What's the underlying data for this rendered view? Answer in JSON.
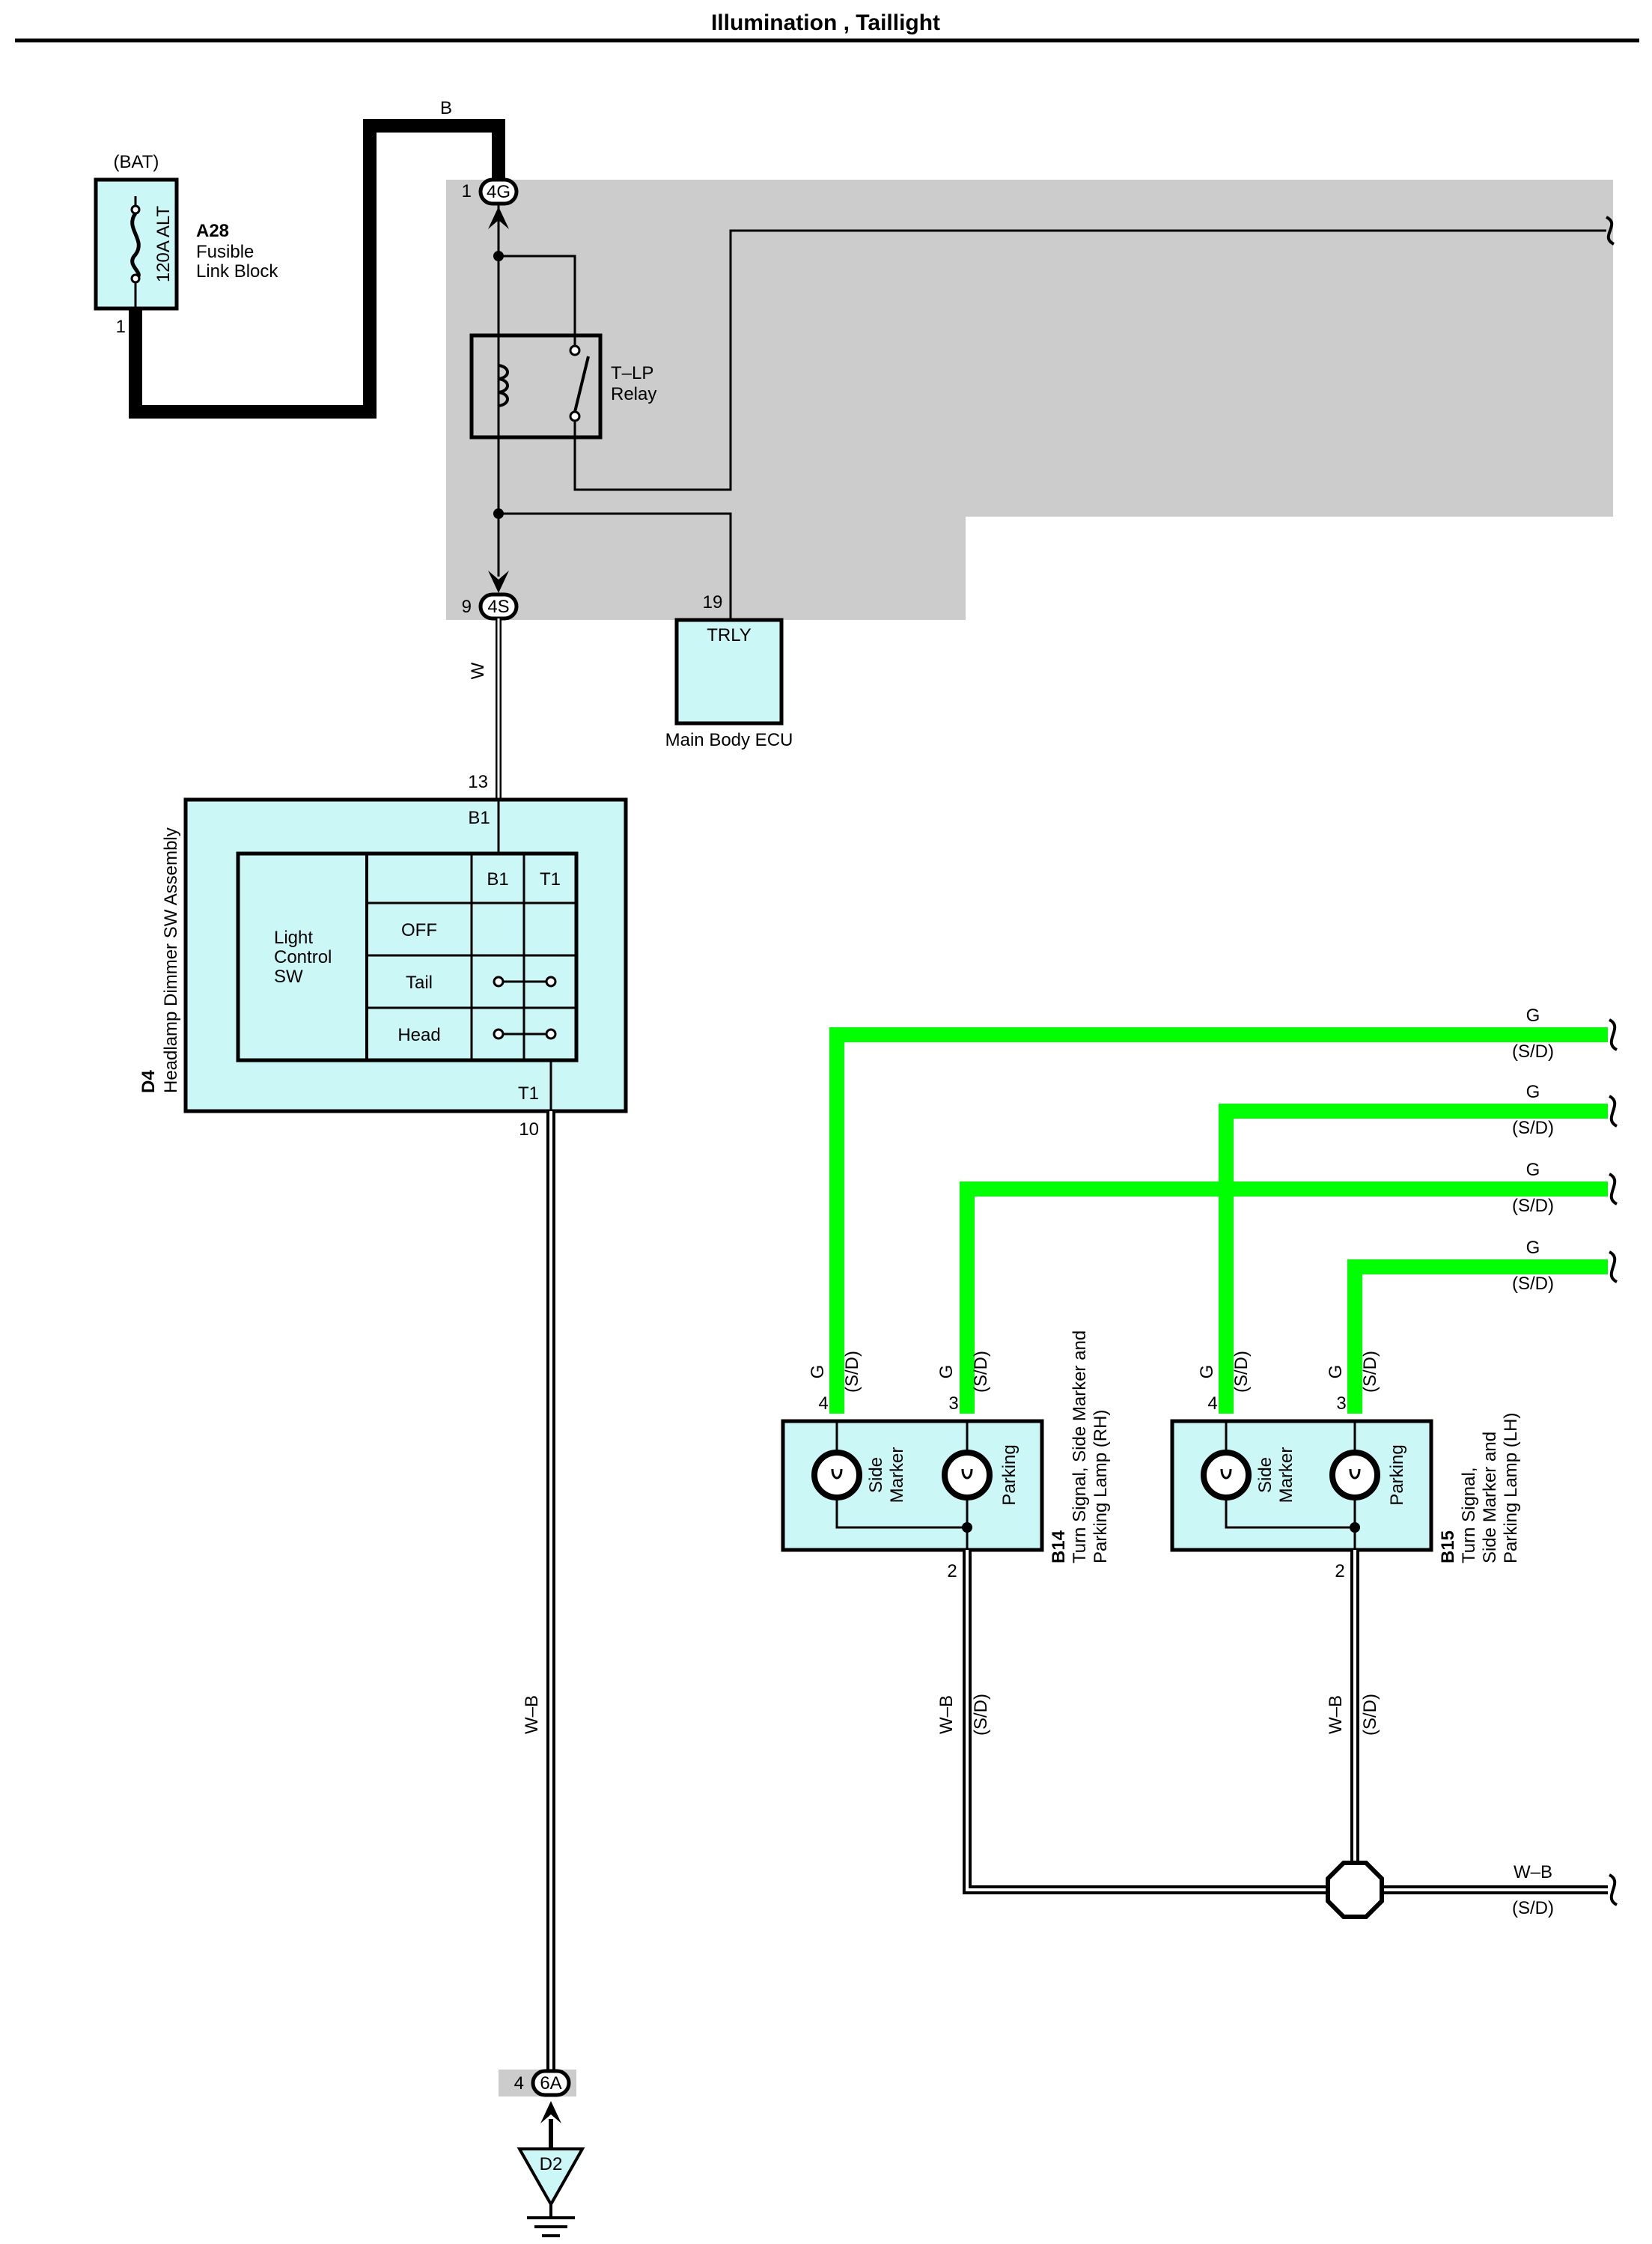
{
  "title": "Illumination , Taillight",
  "battery": {
    "label": "(BAT)",
    "fuse_rating": "120A ALT",
    "code": "A28",
    "name_line1": "Fusible",
    "name_line2": "Link Block",
    "pin": "1"
  },
  "wire_b": "B",
  "connector_4g": {
    "label": "4G",
    "pin": "1"
  },
  "connector_4s": {
    "label": "4S",
    "pin": "9"
  },
  "relay": {
    "name_line1": "T–LP",
    "name_line2": "Relay"
  },
  "ecu": {
    "terminal": "TRLY",
    "name": "Main Body ECU",
    "pin": "19"
  },
  "wire_w": "W",
  "dimmer": {
    "code": "D4",
    "name": "Headlamp Dimmer SW Assembly",
    "top_pin": "13",
    "top_terminal": "B1",
    "bottom_terminal": "T1",
    "bottom_pin": "10",
    "switch_name_line1": "Light",
    "switch_name_line2": "Control",
    "switch_name_line3": "SW",
    "col_b1": "B1",
    "col_t1": "T1",
    "rows": [
      "OFF",
      "Tail",
      "Head"
    ]
  },
  "wire_wb": "W–B",
  "ground_connector": {
    "label": "6A",
    "pin": "4"
  },
  "ground": {
    "label": "D2"
  },
  "green_wires": [
    {
      "color": "G",
      "note": "(S/D)"
    },
    {
      "color": "G",
      "note": "(S/D)"
    },
    {
      "color": "G",
      "note": "(S/D)"
    },
    {
      "color": "G",
      "note": "(S/D)"
    }
  ],
  "lamp_rh": {
    "code": "B14",
    "name_line1": "Turn Signal,  Side Marker and",
    "name_line2": "Parking Lamp (RH)",
    "bulb1_line1": "Side",
    "bulb1_line2": "Marker",
    "bulb2": "Parking",
    "pin_a": "4",
    "pin_b": "3",
    "pin_gnd": "2",
    "wire_a": "G",
    "wire_a_note": "(S/D)",
    "wire_b": "G",
    "wire_b_note": "(S/D)",
    "gnd_wire": "W–B",
    "gnd_note": "(S/D)"
  },
  "lamp_lh": {
    "code": "B15",
    "name_line1": "Turn Signal,",
    "name_line2": "Side Marker and",
    "name_line3": "Parking Lamp (LH)",
    "bulb1_line1": "Side",
    "bulb1_line2": "Marker",
    "bulb2": "Parking",
    "pin_a": "4",
    "pin_b": "3",
    "pin_gnd": "2",
    "wire_a": "G",
    "wire_a_note": "(S/D)",
    "wire_b": "G",
    "wire_b_note": "(S/D)",
    "gnd_wire": "W–B",
    "gnd_note": "(S/D)"
  },
  "ground_bus": {
    "wire": "W–B",
    "note": "(S/D)"
  },
  "colors": {
    "green_wire": "#00ff00",
    "component_fill": "#ccf7f7",
    "shaded_area": "#cccccc"
  }
}
